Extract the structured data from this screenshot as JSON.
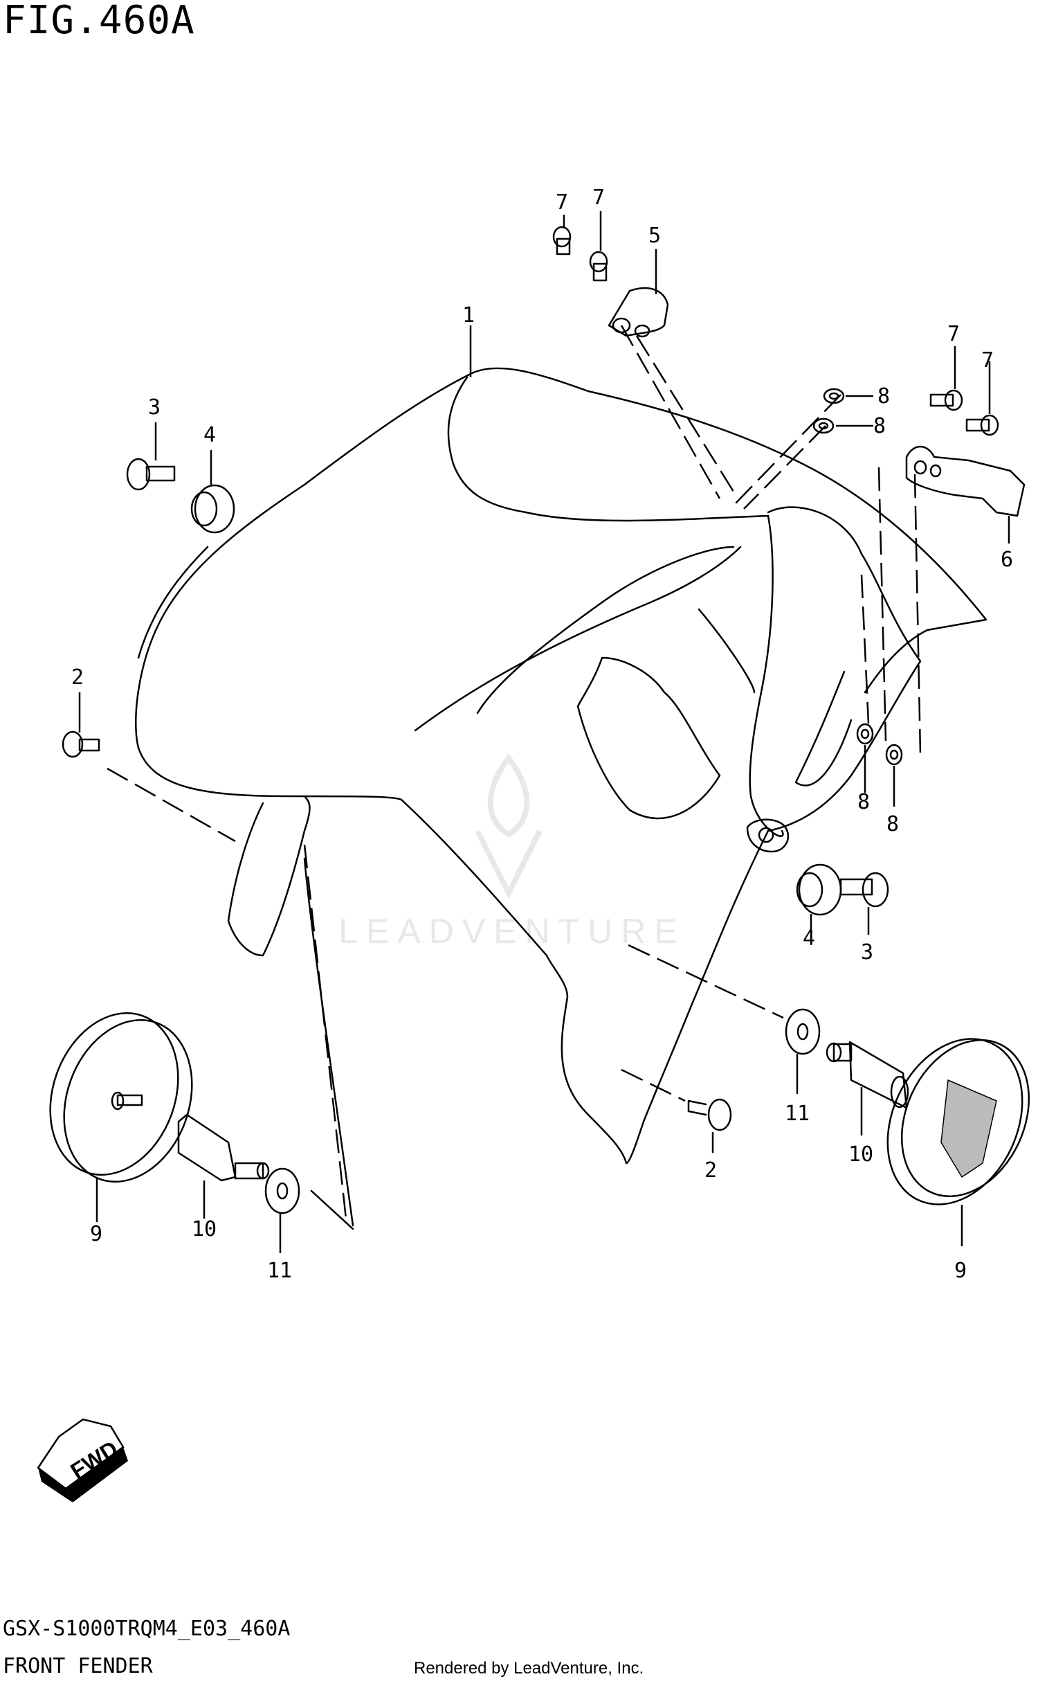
{
  "figure": {
    "title": "FIG.460A",
    "code": "GSX-S1000TRQM4_E03_460A",
    "name": "FRONT FENDER",
    "credit": "Rendered by LeadVenture, Inc."
  },
  "watermark": {
    "logo": "LEADVENTURE",
    "color": "#e8e8e8"
  },
  "fwd_marker": {
    "label": "FWD"
  },
  "callouts": [
    "1",
    "2",
    "2",
    "3",
    "3",
    "4",
    "4",
    "5",
    "6",
    "7",
    "7",
    "7",
    "7",
    "8",
    "8",
    "8",
    "8",
    "9",
    "9",
    "10",
    "10",
    "11",
    "11"
  ]
}
